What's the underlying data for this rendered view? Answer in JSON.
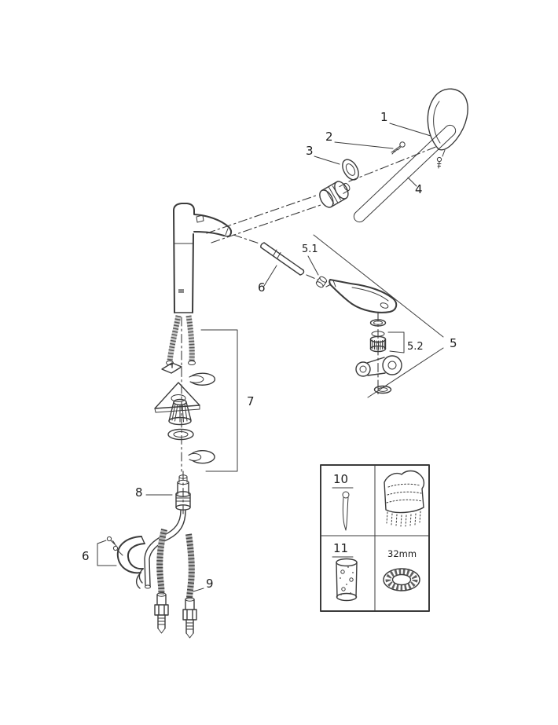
{
  "colors": {
    "background": "#ffffff",
    "line": "#3b3b3b",
    "label": "#1e1e1e"
  },
  "callouts": {
    "n1": "1",
    "n2": "2",
    "n3": "3",
    "n4": "4",
    "n5": "5",
    "n5_1": "5.1",
    "n5_2": "5.2",
    "n6_spray": "6",
    "n6_holder": "6",
    "n7": "7",
    "n8": "8",
    "n9": "9",
    "n10": "10",
    "n11": "11",
    "ring_size": "32mm"
  }
}
